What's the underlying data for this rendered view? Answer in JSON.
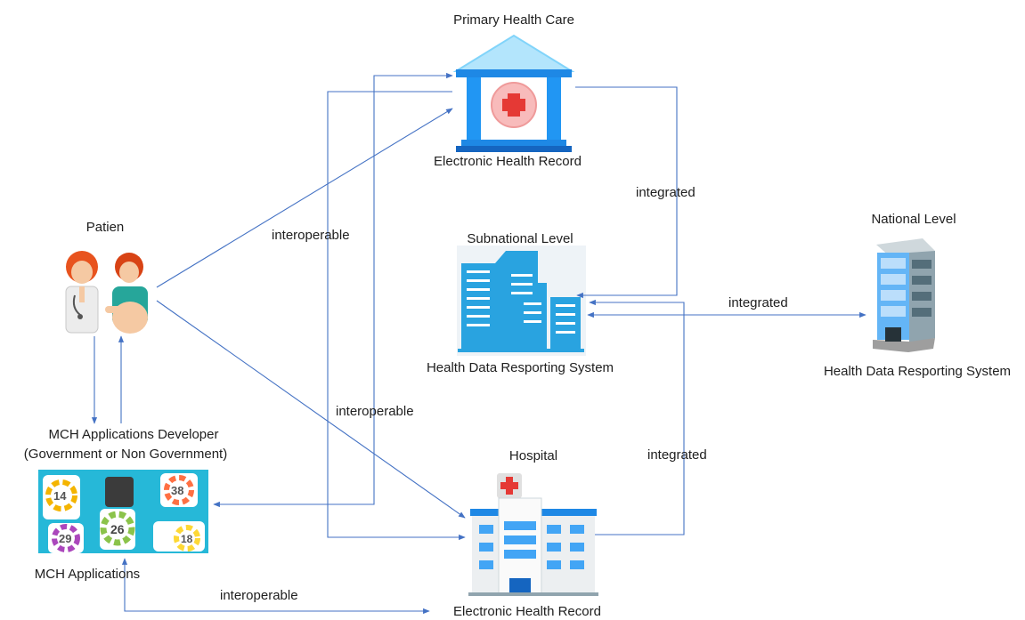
{
  "nodes": {
    "phc": {
      "title": "Primary Health Care",
      "caption": "Electronic Health Record"
    },
    "patient": {
      "title": "Patien"
    },
    "subnational": {
      "title": "Subnational Level",
      "caption": "Health Data Resporting System"
    },
    "national": {
      "title": "National Level",
      "caption": "Health Data Resporting System"
    },
    "developer": {
      "title_line1": "MCH Applications Developer",
      "title_line2": "(Government or Non Government)",
      "caption": "MCH Applications"
    },
    "hospital": {
      "title": "Hospital",
      "caption": "Electronic Health Record"
    }
  },
  "app_tiles": [
    "14",
    "26",
    "38",
    "29",
    "18"
  ],
  "edges": {
    "patient_phc": "interoperable",
    "patient_hospital": "interoperable",
    "apps_hospital": "interoperable",
    "phc_subnational": "integrated",
    "subnational_national": "integrated",
    "hospital_subnational": "integrated"
  },
  "colors": {
    "arrow": "#4472c4",
    "building_blue": "#1e88e5",
    "roof_light": "#b3e5fc",
    "cross_red": "#e53935",
    "app_panel": "#26b8d8"
  }
}
